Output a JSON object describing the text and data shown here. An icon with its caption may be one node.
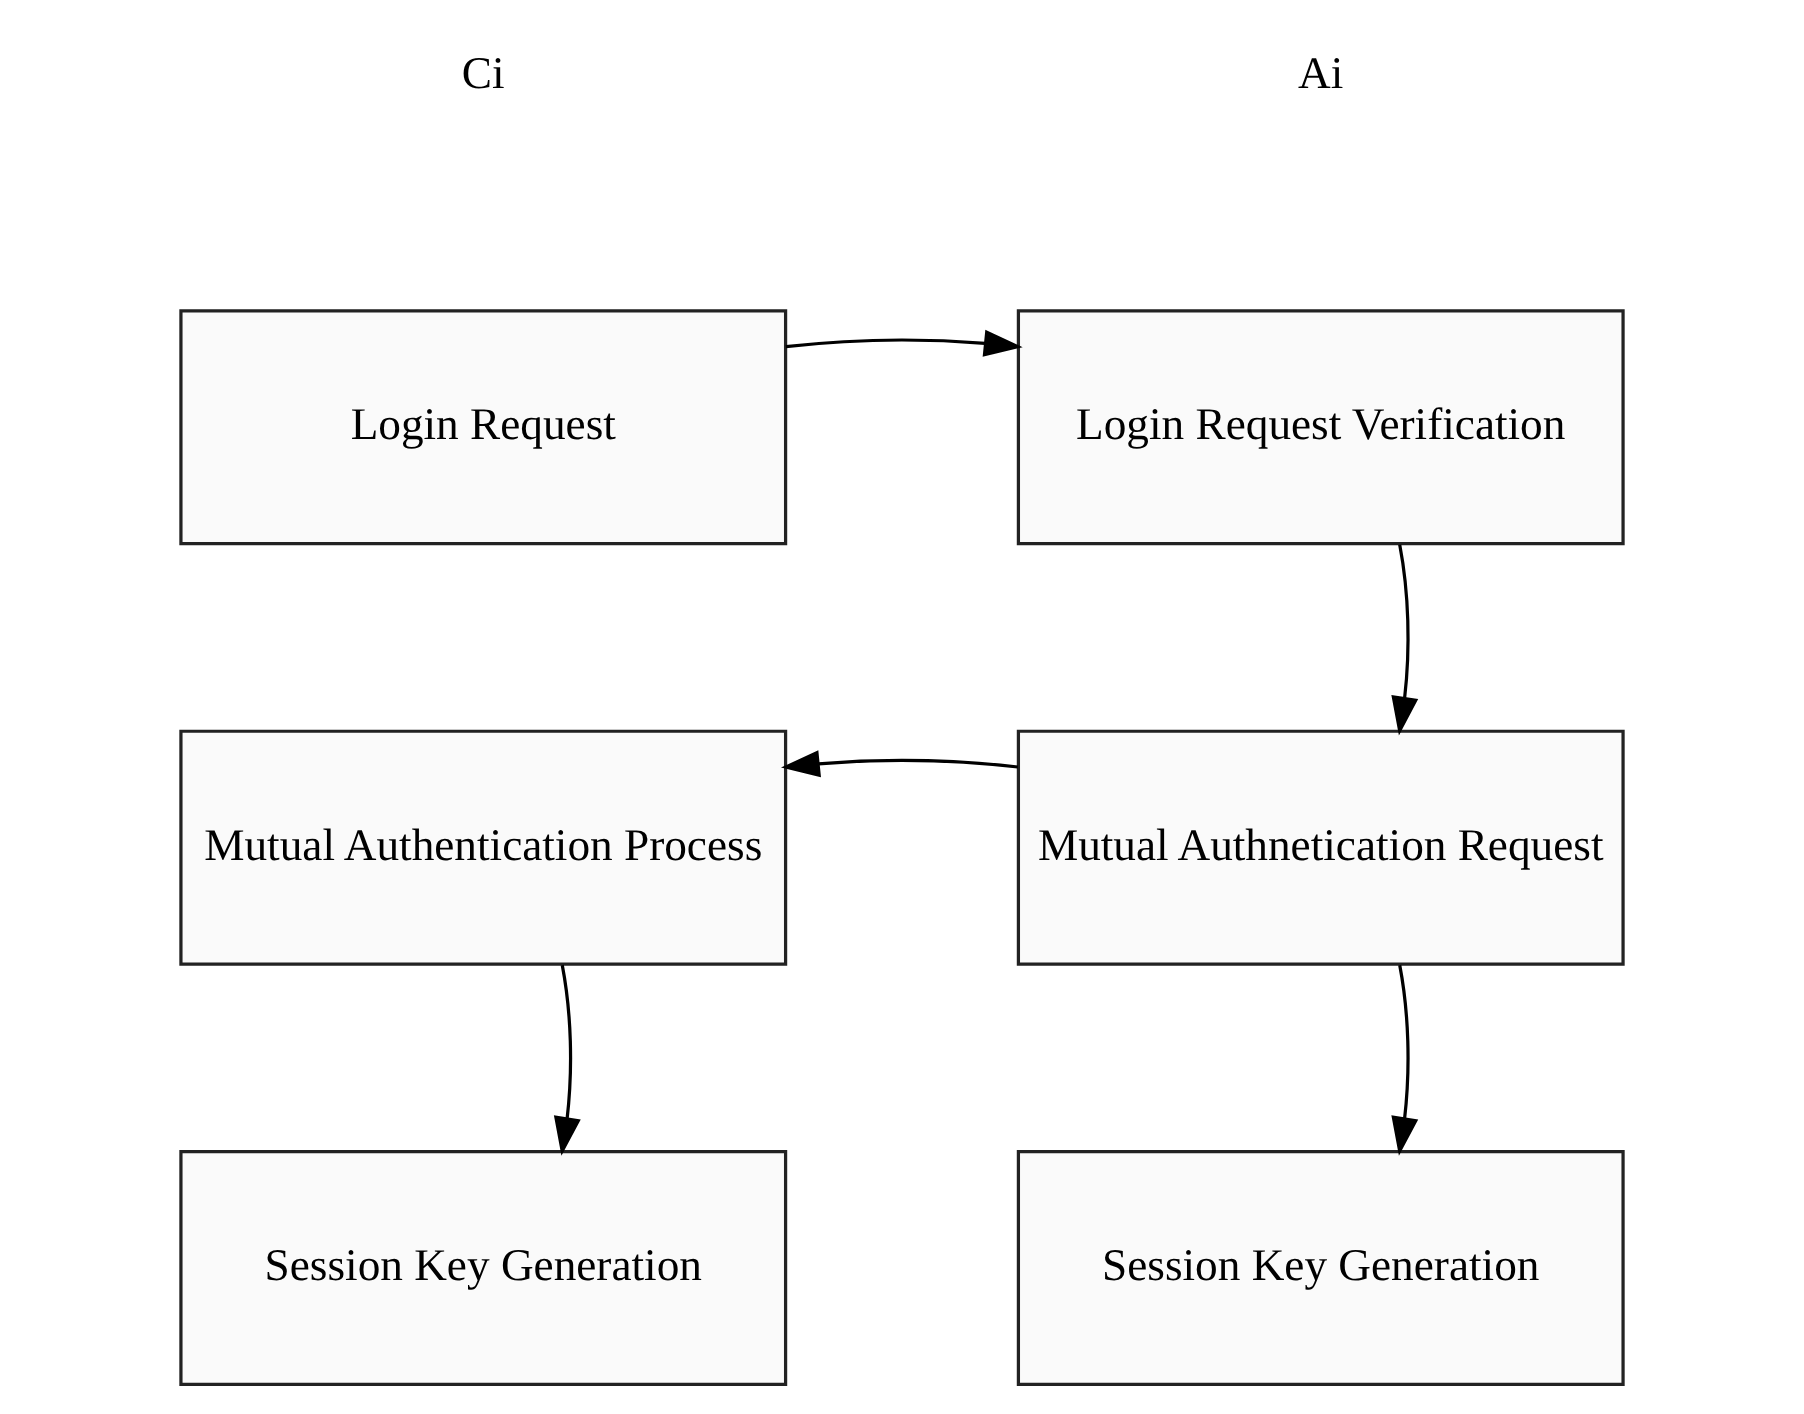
{
  "diagram": {
    "nodes": [
      {
        "text": [
          "Login Request"
        ]
      },
      {
        "text": [
          "Login Request Verification"
        ]
      },
      {
        "text": [
          "Mutual Authentication Process"
        ]
      },
      {
        "text": [
          "Mutual Authnetication Request"
        ]
      },
      {
        "text": [
          "Session Key Generation"
        ]
      },
      {
        "text": [
          "Session Key Generation"
        ]
      }
    ],
    "edges": [
      {
        "from": 0,
        "to": 1,
        "arrow": "to"
      },
      {
        "from": 1,
        "to": 3,
        "arrow": "to"
      },
      {
        "from": 3,
        "to": 2,
        "arrow": "to"
      },
      {
        "from": 2,
        "to": 4,
        "arrow": "to"
      },
      {
        "from": 3,
        "to": 5,
        "arrow": "to"
      }
    ],
    "labels": [
      "Ci",
      "Ai"
    ]
  }
}
